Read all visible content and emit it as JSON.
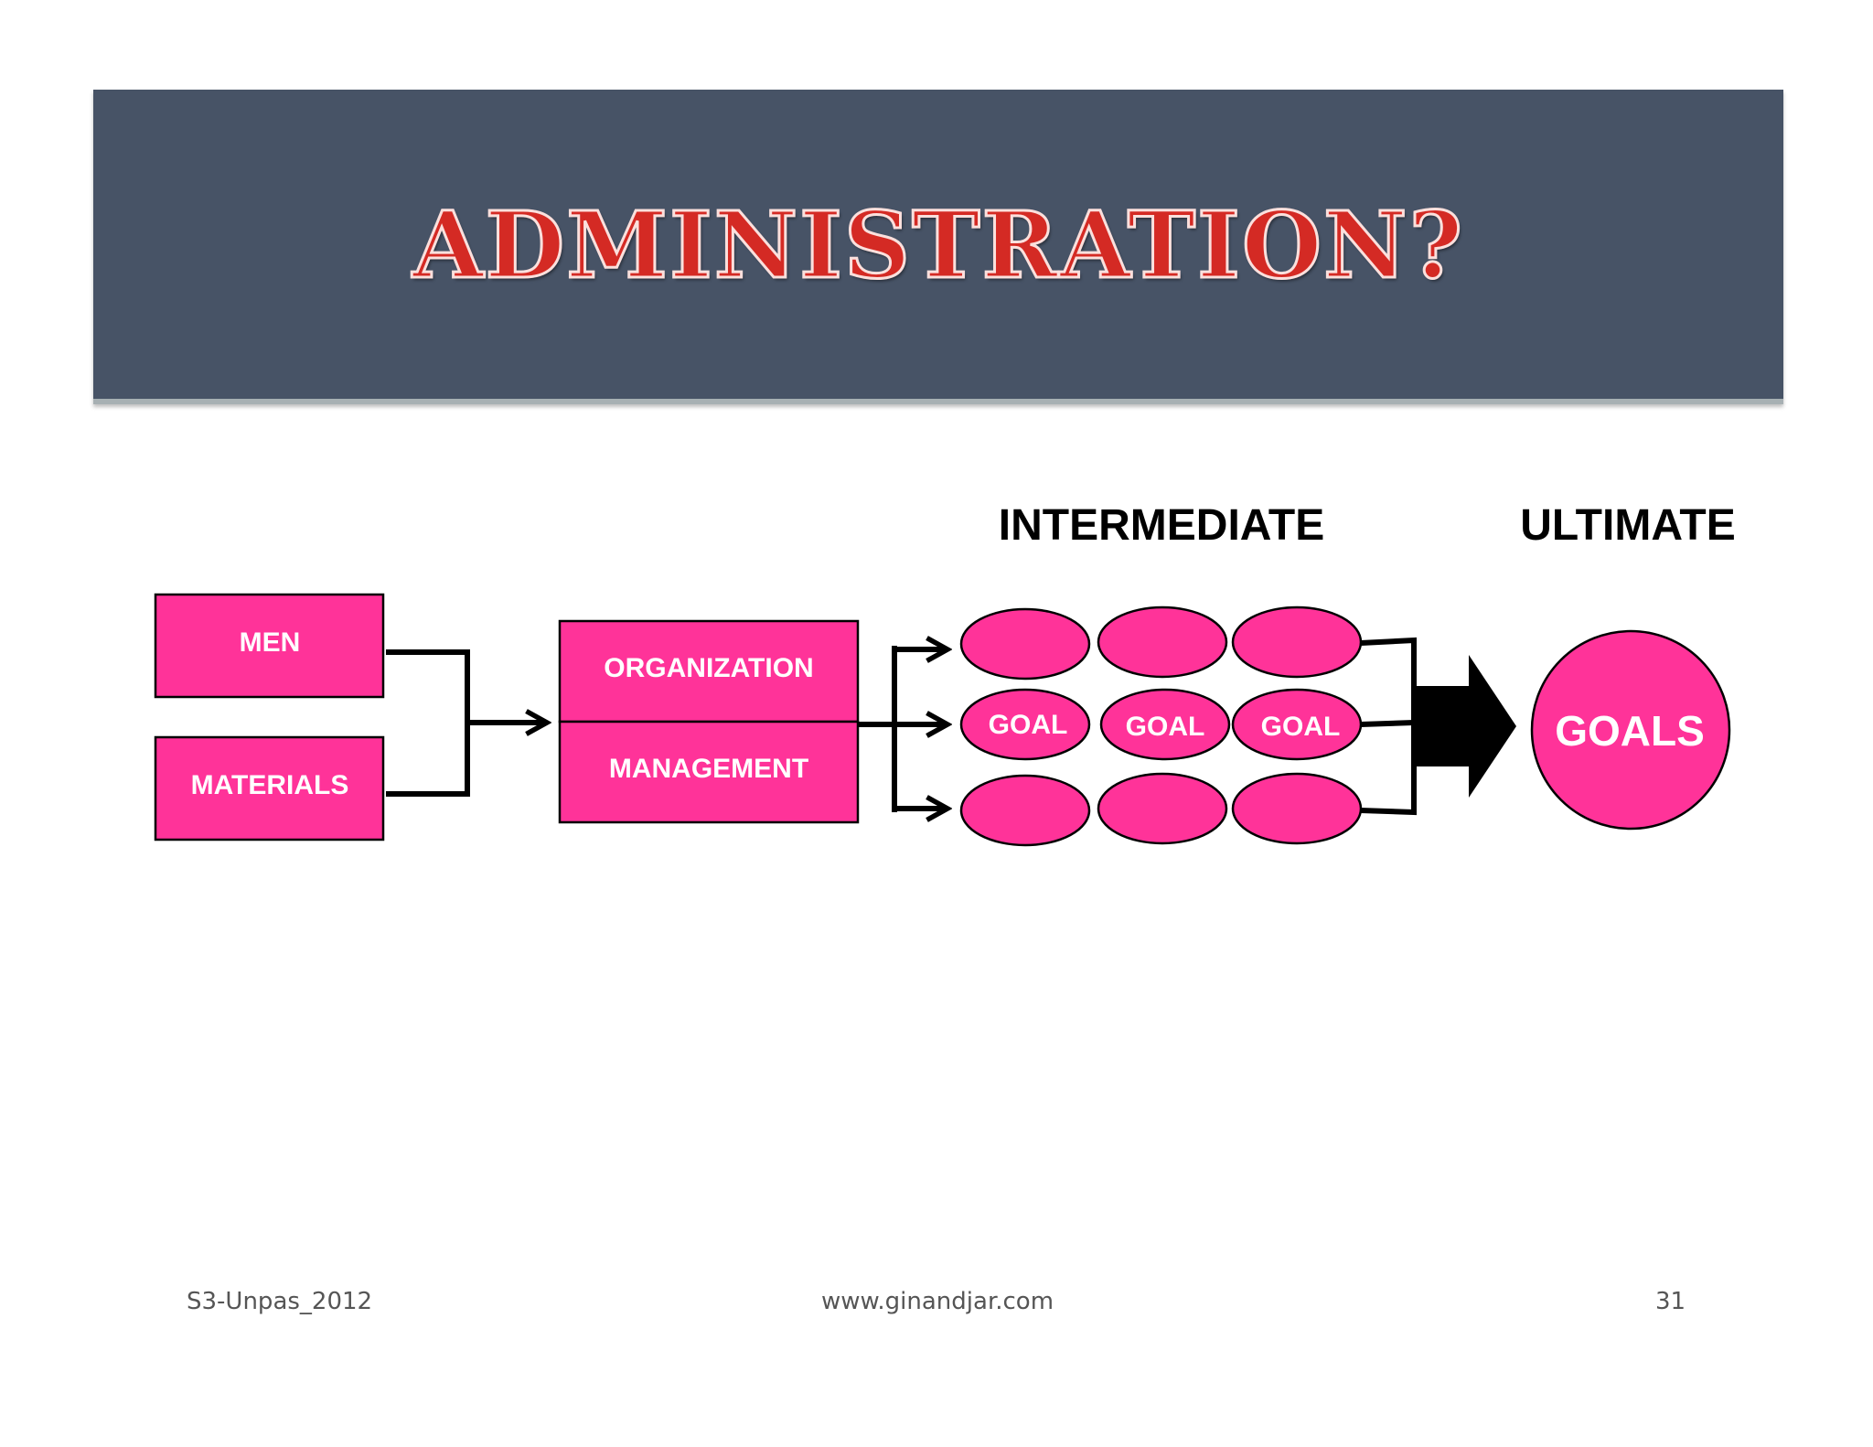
{
  "slide": {
    "title": "ADMINISTRATION?"
  },
  "diagram": {
    "headers": {
      "intermediate": "INTERMEDIATE",
      "ultimate": "ULTIMATE"
    },
    "inputs": {
      "men": "MEN",
      "materials": "MATERIALS"
    },
    "process": {
      "organization": "ORGANIZATION",
      "management": "MANAGEMENT"
    },
    "intermediate_goals": {
      "goal_1": "GOAL",
      "goal_2": "GOAL",
      "goal_3": "GOAL"
    },
    "ultimate_goal": "GOALS",
    "colors": {
      "pink_fill": "#ff3399",
      "outline": "#000000",
      "banner": "#475366",
      "title_red": "#d42a24"
    }
  },
  "footer": {
    "left": "S3-Unpas_2012",
    "center": "www.ginandjar.com",
    "page_number": "31"
  }
}
